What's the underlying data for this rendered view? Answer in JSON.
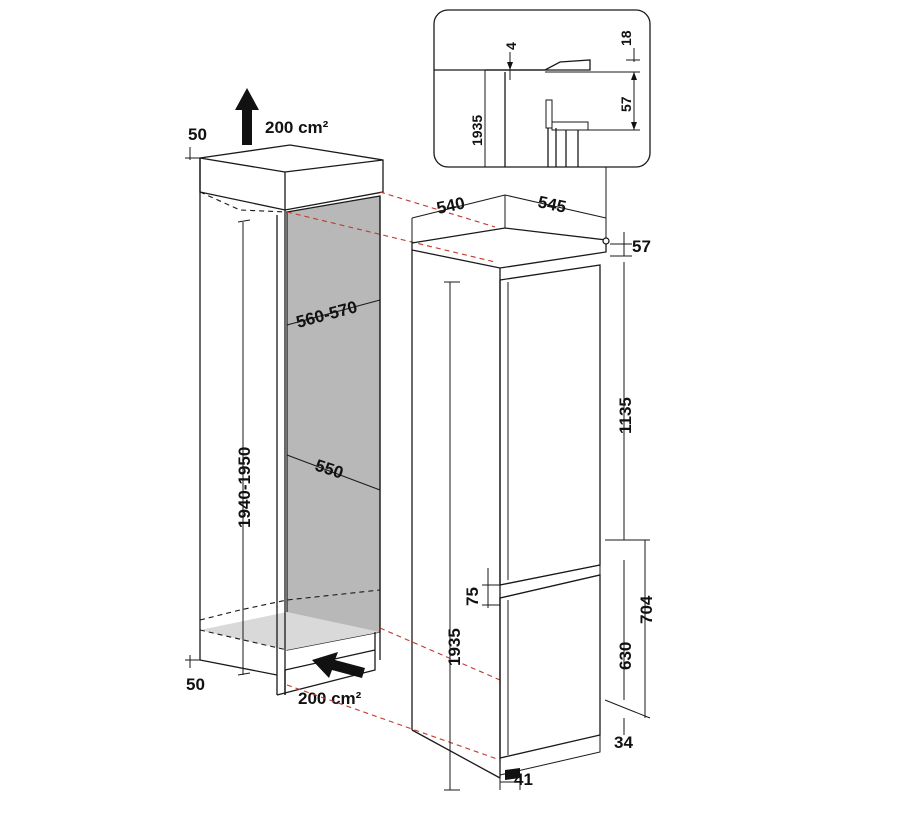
{
  "labels": {
    "vent_top": "200 cm²",
    "vent_bottom": "200 cm²",
    "top_gap": "50",
    "bottom_gap": "50",
    "niche_height": "1940-1950",
    "niche_width": "560-570",
    "niche_depth": "550",
    "unit_width": "540",
    "unit_depth": "545",
    "top_offset": "57",
    "upper_door": "1135",
    "lower_block": "704",
    "lower_door": "630",
    "door_gap": "75",
    "unit_height": "1935",
    "plinth": "34",
    "foot": "41"
  },
  "detail": {
    "gap_small": "4",
    "gap_top": "18",
    "height": "1935",
    "depth": "57"
  },
  "colors": {
    "niche_fill": "#b8b8b8",
    "floor_fill": "#d9d9d9",
    "line": "#1a1a1a",
    "guide": "#c0392b"
  }
}
